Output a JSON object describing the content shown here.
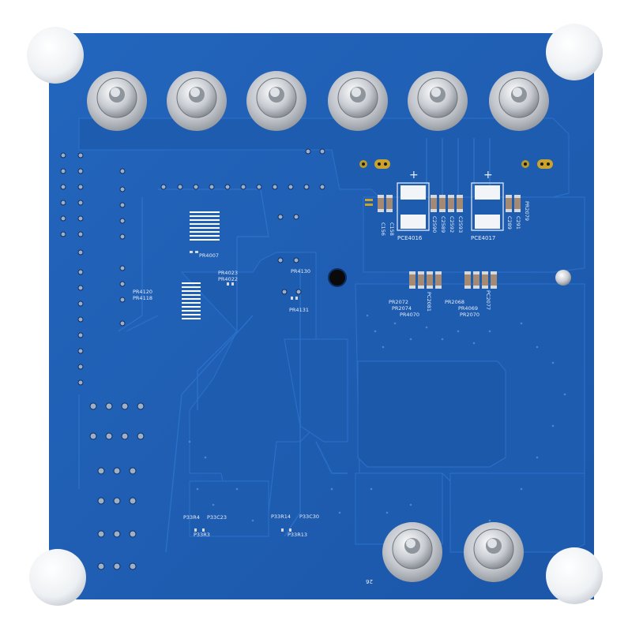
{
  "board": {
    "pcb_color": "#1f5fb4",
    "silkscreen_color": "#e8eef8",
    "standoff_color": "#f4f6f8",
    "terminal_color": "#c8ccd2",
    "top_terminal_count": 6,
    "bottom_terminal_count": 2,
    "corner_feet_count": 4
  },
  "labels": {
    "pr4007": "PR4007",
    "pr4023": "PR4023",
    "pr4022": "PR4022",
    "pr4120": "PR4120",
    "pr4118": "PR4118",
    "pr4130": "PR4130",
    "pr4131": "PR4131",
    "c156": "C156",
    "c158": "C158",
    "c2590": "C2590",
    "c2589": "C2589",
    "c2592": "C2592",
    "c2593": "C2593",
    "pce4016": "PCE4016",
    "pce4017": "PCE4017",
    "c289": "C289",
    "c291": "C291",
    "pr2079": "PR2079",
    "pr2072": "PR2072",
    "pr2074": "PR2074",
    "pr4070": "PR4070",
    "pc2081": "PC2081",
    "pr2068": "PR2068",
    "pr4069": "PR4069",
    "pr2070": "PR2070",
    "pc2077": "PC2077",
    "p33r4": "P33R4",
    "p33c23": "P33C23",
    "p33r3": "P33R3",
    "p33r14": "P33R14",
    "p33c30": "P33C30",
    "p33r13": "P33R13",
    "plus_left": "+",
    "plus_right": "+",
    "board_mark": "26"
  }
}
